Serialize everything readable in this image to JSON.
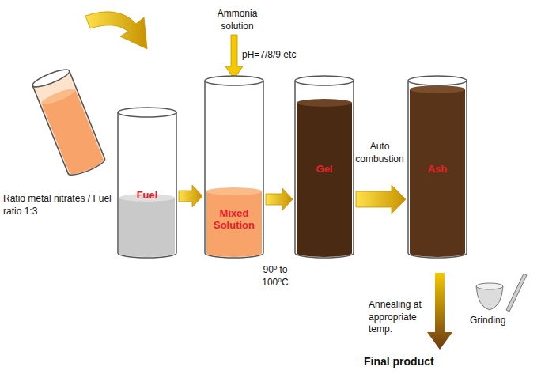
{
  "diagram": {
    "nodes": [
      {
        "text": [
          "Fuel"
        ]
      },
      {
        "text": [
          "Mixed Solution"
        ]
      },
      {
        "text": [
          "Gel"
        ]
      },
      {
        "text": [
          "Ash"
        ]
      }
    ],
    "edges": [
      {
        "from": 0,
        "to": 1,
        "arrow": "to"
      },
      {
        "from": 1,
        "to": 2,
        "arrow": "to"
      },
      {
        "from": 2,
        "to": 3,
        "arrow": "to"
      }
    ],
    "labels": [
      "Ammonia solution",
      "pH=7/8/9 etc",
      "Ratio metal nitrates / Fuel ratio 1:3",
      "90º to 100⁰C",
      "Auto combustion",
      "Annealing at appropriate temp.",
      "Grinding",
      "Final product"
    ]
  }
}
